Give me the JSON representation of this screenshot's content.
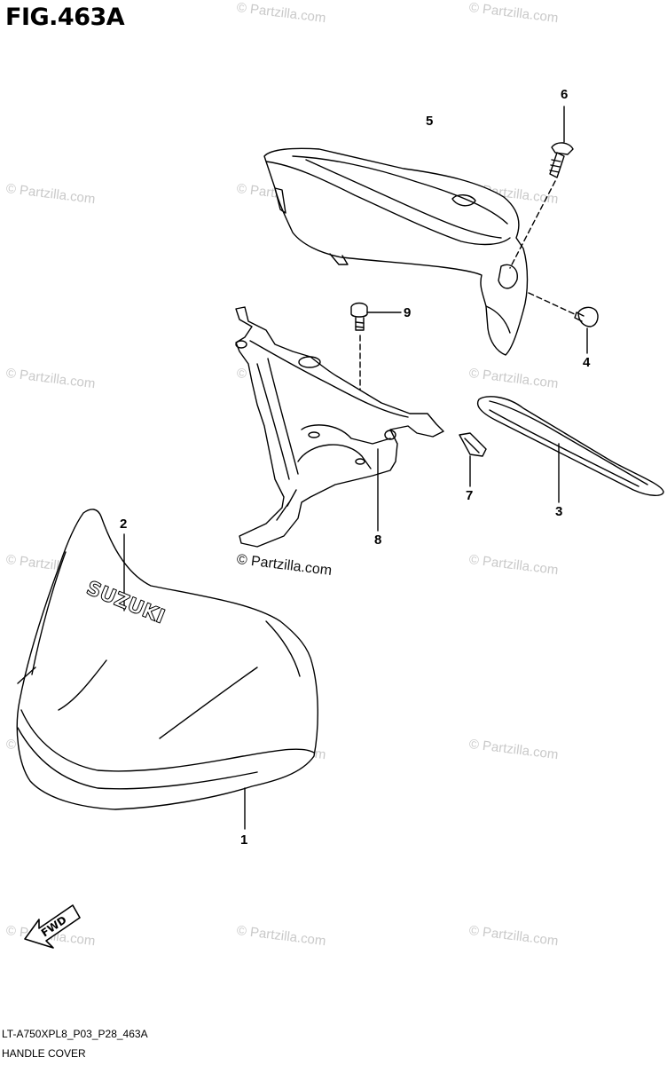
{
  "figure_title": "FIG.463A",
  "watermark_text": "© Partzilla.com",
  "callouts": {
    "p1": "1",
    "p2": "2",
    "p3": "3",
    "p4": "4",
    "p5": "5",
    "p6": "6",
    "p7": "7",
    "p8": "8",
    "p9": "9"
  },
  "brand_logo_text": "SUZUKI",
  "fwd_label": "FWD",
  "footer": {
    "code": "LT-A750XPL8_P03_P28_463A",
    "caption": "HANDLE COVER"
  }
}
